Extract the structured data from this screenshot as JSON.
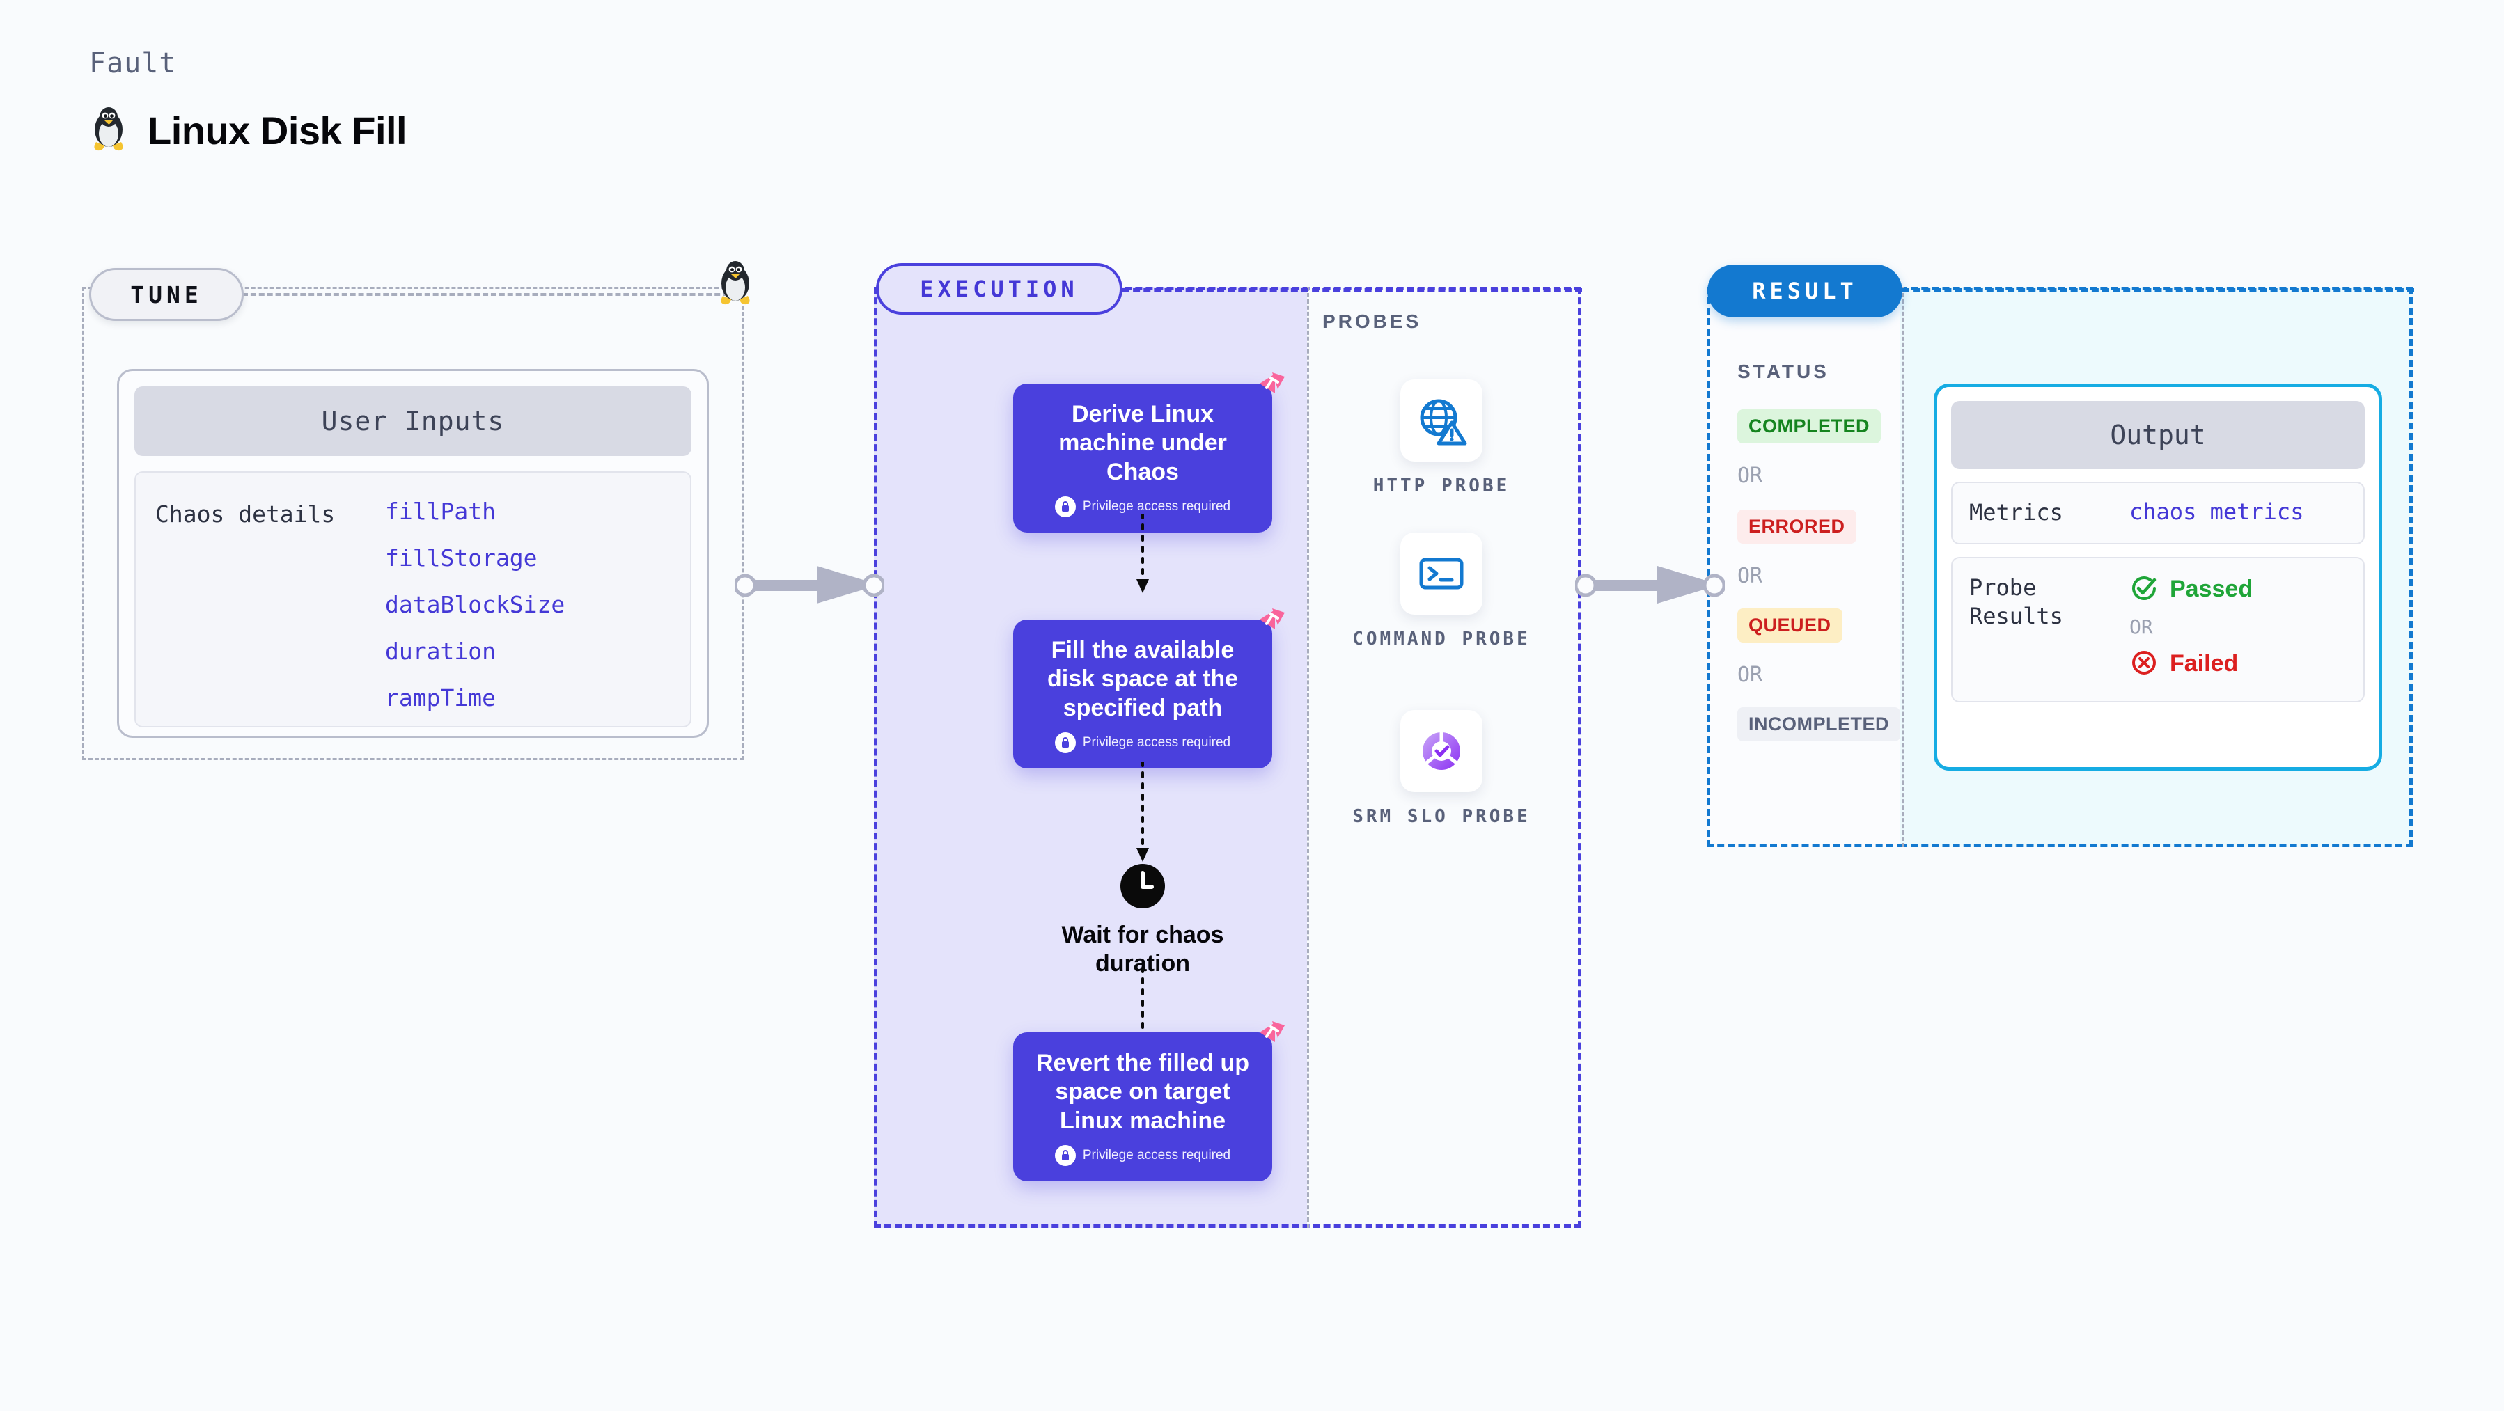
{
  "header": {
    "eyebrow": "Fault",
    "title": "Linux Disk Fill",
    "icon": "linux-penguin-icon"
  },
  "tune": {
    "pill_label": "TUNE",
    "card": {
      "header": "User Inputs",
      "details_label": "Chaos details",
      "params": [
        "fillPath",
        "fillStorage",
        "dataBlockSize",
        "duration",
        "rampTime"
      ]
    }
  },
  "execution": {
    "pill_label": "EXECUTION",
    "steps": [
      {
        "title": "Derive Linux machine under Chaos",
        "privilege": "Privilege access required"
      },
      {
        "title": "Fill the available disk space at the specified path",
        "privilege": "Privilege access required"
      },
      {
        "title": "Revert the filled up space on target Linux machine",
        "privilege": "Privilege access required"
      }
    ],
    "wait": {
      "label": "Wait for chaos duration",
      "icon": "clock-icon"
    }
  },
  "probes": {
    "label": "PROBES",
    "items": [
      {
        "label": "HTTP PROBE",
        "icon": "globe-warning-icon"
      },
      {
        "label": "COMMAND PROBE",
        "icon": "terminal-icon"
      },
      {
        "label": "SRM SLO PROBE",
        "icon": "slo-check-icon"
      }
    ]
  },
  "result": {
    "pill_label": "RESULT",
    "status_label": "STATUS",
    "or_label": "OR",
    "statuses": [
      {
        "label": "COMPLETED",
        "bg": "#dcf5dd",
        "fg": "#15841f"
      },
      {
        "label": "ERRORED",
        "bg": "#fdecec",
        "fg": "#cc1f1f"
      },
      {
        "label": "QUEUED",
        "bg": "#fdeec4",
        "fg": "#cc1f1f"
      },
      {
        "label": "INCOMPLETED",
        "bg": "#eef0f5",
        "fg": "#59617a"
      }
    ],
    "output": {
      "header": "Output",
      "metrics_label": "Metrics",
      "metrics_value": "chaos metrics",
      "probe_results_label": "Probe Results",
      "passed_label": "Passed",
      "failed_label": "Failed",
      "or_label": "OR"
    }
  },
  "colors": {
    "execution_accent": "#4a40dd",
    "result_accent": "#1379d0",
    "output_accent": "#16ace3",
    "tune_accent": "#a8adbd",
    "chaos_badge": "#f9659c"
  }
}
